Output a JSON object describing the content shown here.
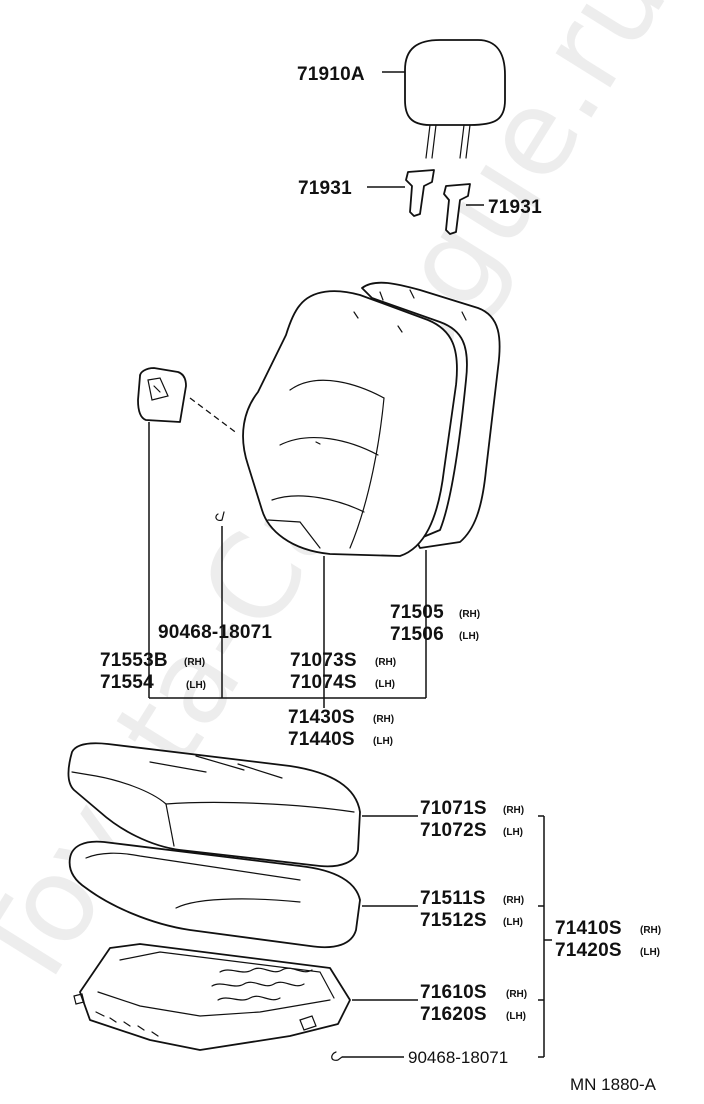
{
  "watermark": "Toyota-Catalogue.ru",
  "diagram_ref": "MN 1880-A",
  "parts": {
    "headrest": "71910A",
    "support_left": "71931",
    "support_right": "71931",
    "bolt": "90468-18071",
    "shield_rh": "71553B",
    "shield_lh": "71554",
    "back_cover_rh": "71073S",
    "back_cover_lh": "71074S",
    "back_pad_rh": "71505",
    "back_pad_lh": "71506",
    "back_assy_rh": "71430S",
    "back_assy_lh": "71440S",
    "cush_cover_rh": "71071S",
    "cush_cover_lh": "71072S",
    "cush_pad_rh": "71511S",
    "cush_pad_lh": "71512S",
    "cush_assy_rh": "71410S",
    "cush_assy_lh": "71420S",
    "frame_rh": "71610S",
    "frame_lh": "71620S",
    "bolt_bottom": "90468-18071"
  },
  "side": {
    "rh": "(RH)",
    "lh": "(LH)"
  }
}
